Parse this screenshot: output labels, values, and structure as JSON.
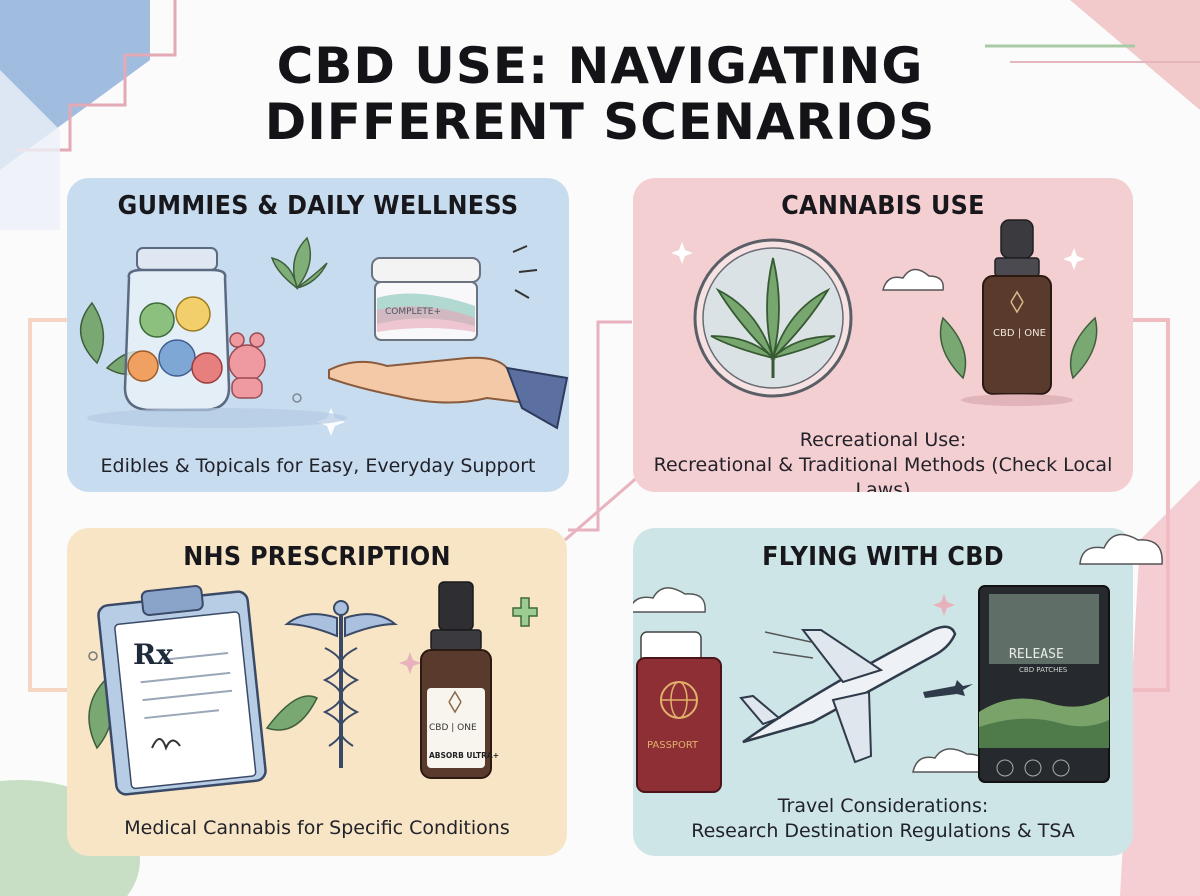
{
  "title": {
    "line1": "CBD USE: NAVIGATING",
    "line2": "DIFFERENT SCENARIOS"
  },
  "panels": {
    "gummies": {
      "heading": "GUMMIES & DAILY WELLNESS",
      "caption": "Edibles & Topicals for Easy, Everyday Support",
      "jar_label": "COMPLETE+"
    },
    "cannabis": {
      "heading": "CANNABIS USE",
      "caption_line1": "Recreational Use:",
      "caption_line2": "Recreational & Traditional Methods (Check Local Laws)",
      "bottle_brand": "CBD | ONE"
    },
    "nhs": {
      "heading": "NHS PRESCRIPTION",
      "caption": "Medical Cannabis for Specific Conditions",
      "rx_symbol": "Rx",
      "bottle_brand": "CBD | ONE",
      "bottle_product": "ABSORB ULTRA+"
    },
    "flying": {
      "heading": "FLYING WITH CBD",
      "caption_line1": "Travel Considerations:",
      "caption_line2": "Research Destination Regulations & TSA",
      "passport_label": "PASSPORT",
      "package_brand": "RELEASE",
      "package_sub": "CBD PATCHES"
    }
  },
  "colors": {
    "gummies_bg": "#c7dcef",
    "cannabis_bg": "#f4cfd2",
    "nhs_bg": "#f7e5c6",
    "flying_bg": "#cde5e6",
    "leaf_green": "#6f9c6a",
    "bottle_brown": "#5a3a2c"
  }
}
